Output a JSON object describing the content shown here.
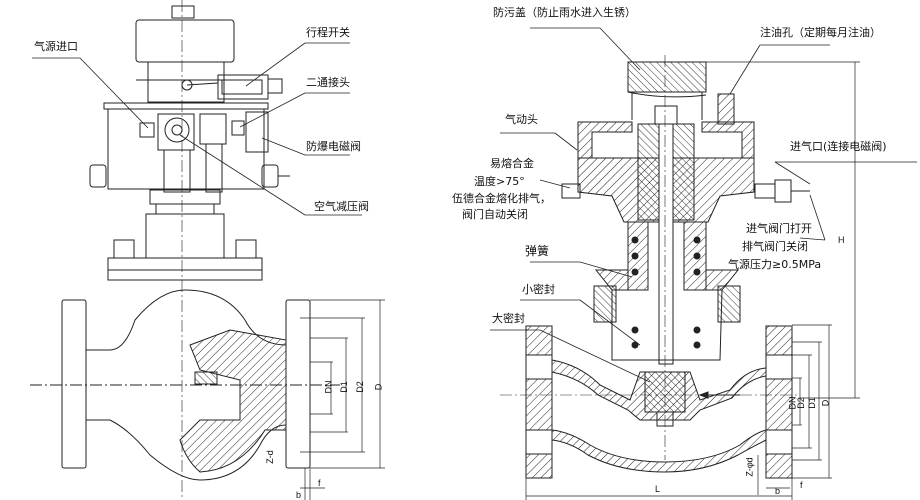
{
  "left_drawing": {
    "labels": {
      "air_inlet": "气源进口",
      "limit_switch": "行程开关",
      "two_way_fitting": "二通接头",
      "explosion_proof_solenoid": "防爆电磁阀",
      "air_pressure_reducer": "空气减压阀"
    },
    "dimensions": {
      "dn": "DN",
      "d1": "D1",
      "d2": "D2",
      "d": "D",
      "zd": "Z-d",
      "f": "f",
      "b": "b"
    }
  },
  "right_drawing": {
    "labels": {
      "dust_cover": "防污盖（防止雨水进入生锈）",
      "oil_hole": "注油孔（定期每月注油）",
      "pneumatic_head": "气动头",
      "fusible_alloy": "易熔合金",
      "temperature": "温度>75°",
      "wood_alloy_note_1": "伍德合金熔化排气，",
      "wood_alloy_note_2": "阀门自动关闭",
      "air_inlet": "进气口(连接电磁阀)",
      "intake_open": "进气阀门打开",
      "exhaust_closed": "排气阀门关闭",
      "air_pressure": "气源压力≥0.5MPa",
      "spring": "弹簧",
      "small_seal": "小密封",
      "large_seal": "大密封"
    },
    "dimensions": {
      "dn": "DN",
      "d2": "D2",
      "d1": "D1",
      "d": "D",
      "zd": "Z-φd",
      "f": "f",
      "b": "b",
      "l": "L",
      "h": "H"
    }
  }
}
